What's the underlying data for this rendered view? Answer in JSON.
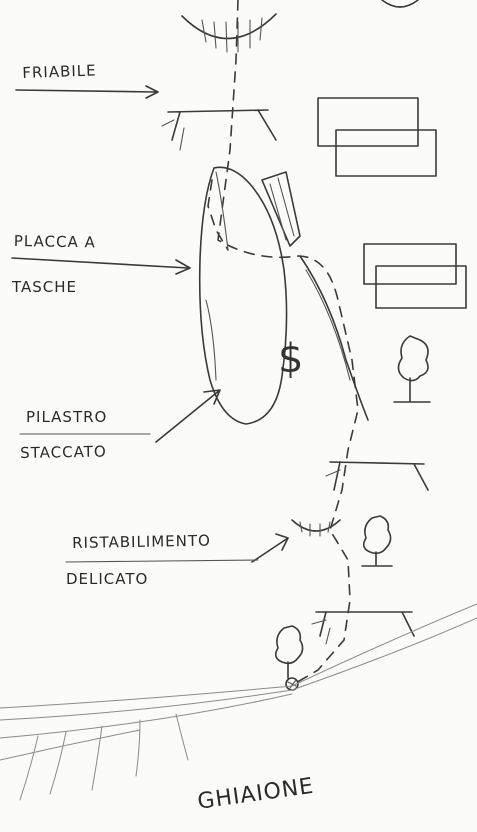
{
  "labels": {
    "friabile": "FRIABILE",
    "placca_line1": "PLACCA A",
    "placca_line2": "TASCHE",
    "pilastro_line1": "PILASTRO",
    "pilastro_line2": "STACCATO",
    "ristabilimento_line1": "RISTABILIMENTO",
    "ristabilimento_line2": "DELICATO",
    "ghiaione": "GHIAIONE"
  },
  "symbols": {
    "protection_mark": "$"
  }
}
